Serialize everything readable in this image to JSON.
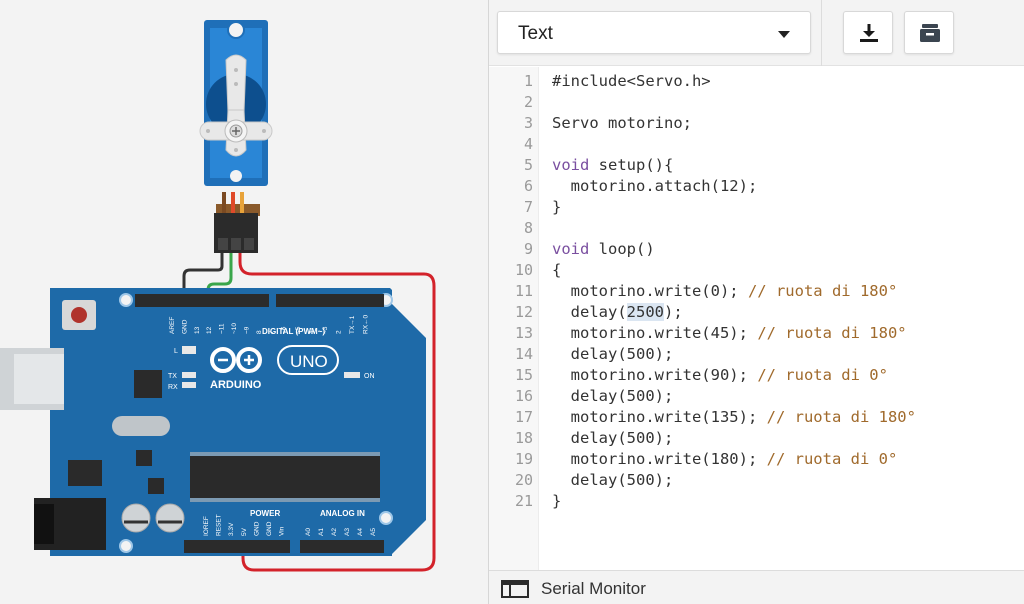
{
  "editor_mode": "Text",
  "footer": {
    "serial_monitor_label": "Serial Monitor"
  },
  "icons": {
    "download": "download-icon",
    "upload": "upload-icon",
    "serial": "serial-monitor-icon"
  },
  "board": {
    "brand": "ARDUINO",
    "model": "UNO",
    "digital_label": "DIGITAL (PWM~)",
    "power_label": "POWER",
    "analog_label": "ANALOG IN",
    "on_label": "ON",
    "l_label": "L",
    "tx_label": "TX",
    "rx_label": "RX",
    "top_pins": [
      "AREF",
      "GND",
      "13",
      "12",
      "~11",
      "~10",
      "~9",
      "8",
      "7",
      "~6",
      "~5",
      "4",
      "~3",
      "2",
      "TX→1",
      "RX←0"
    ],
    "power_pins": [
      "IOREF",
      "RESET",
      "3.3V",
      "5V",
      "GND",
      "GND",
      "Vin"
    ],
    "analog_pins": [
      "A0",
      "A1",
      "A2",
      "A3",
      "A4",
      "A5"
    ]
  },
  "code": [
    [
      {
        "t": "#include<Servo.h>",
        "c": "pl"
      }
    ],
    [],
    [
      {
        "t": "Servo motorino;",
        "c": "pl"
      }
    ],
    [],
    [
      {
        "t": "void",
        "c": "kw"
      },
      {
        "t": " setup(){",
        "c": "pl"
      }
    ],
    [
      {
        "t": "  motorino.attach(12);",
        "c": "pl"
      }
    ],
    [
      {
        "t": "}",
        "c": "pl"
      }
    ],
    [],
    [
      {
        "t": "void",
        "c": "kw"
      },
      {
        "t": " loop()",
        "c": "pl"
      }
    ],
    [
      {
        "t": "{",
        "c": "pl"
      }
    ],
    [
      {
        "t": "  motorino.write(0); ",
        "c": "pl"
      },
      {
        "t": "// ruota di 180°",
        "c": "cm"
      }
    ],
    [
      {
        "t": "  delay(",
        "c": "pl"
      },
      {
        "t": "2500",
        "c": "pl hl"
      },
      {
        "t": ");",
        "c": "pl"
      }
    ],
    [
      {
        "t": "  motorino.write(45); ",
        "c": "pl"
      },
      {
        "t": "// ruota di 180°",
        "c": "cm"
      }
    ],
    [
      {
        "t": "  delay(500);",
        "c": "pl"
      }
    ],
    [
      {
        "t": "  motorino.write(90); ",
        "c": "pl"
      },
      {
        "t": "// ruota di 0°",
        "c": "cm"
      }
    ],
    [
      {
        "t": "  delay(500);",
        "c": "pl"
      }
    ],
    [
      {
        "t": "  motorino.write(135); ",
        "c": "pl"
      },
      {
        "t": "// ruota di 180°",
        "c": "cm"
      }
    ],
    [
      {
        "t": "  delay(500);",
        "c": "pl"
      }
    ],
    [
      {
        "t": "  motorino.write(180); ",
        "c": "pl"
      },
      {
        "t": "// ruota di 0°",
        "c": "cm"
      }
    ],
    [
      {
        "t": "  delay(500);",
        "c": "pl"
      }
    ],
    [
      {
        "t": "}",
        "c": "pl"
      }
    ]
  ]
}
